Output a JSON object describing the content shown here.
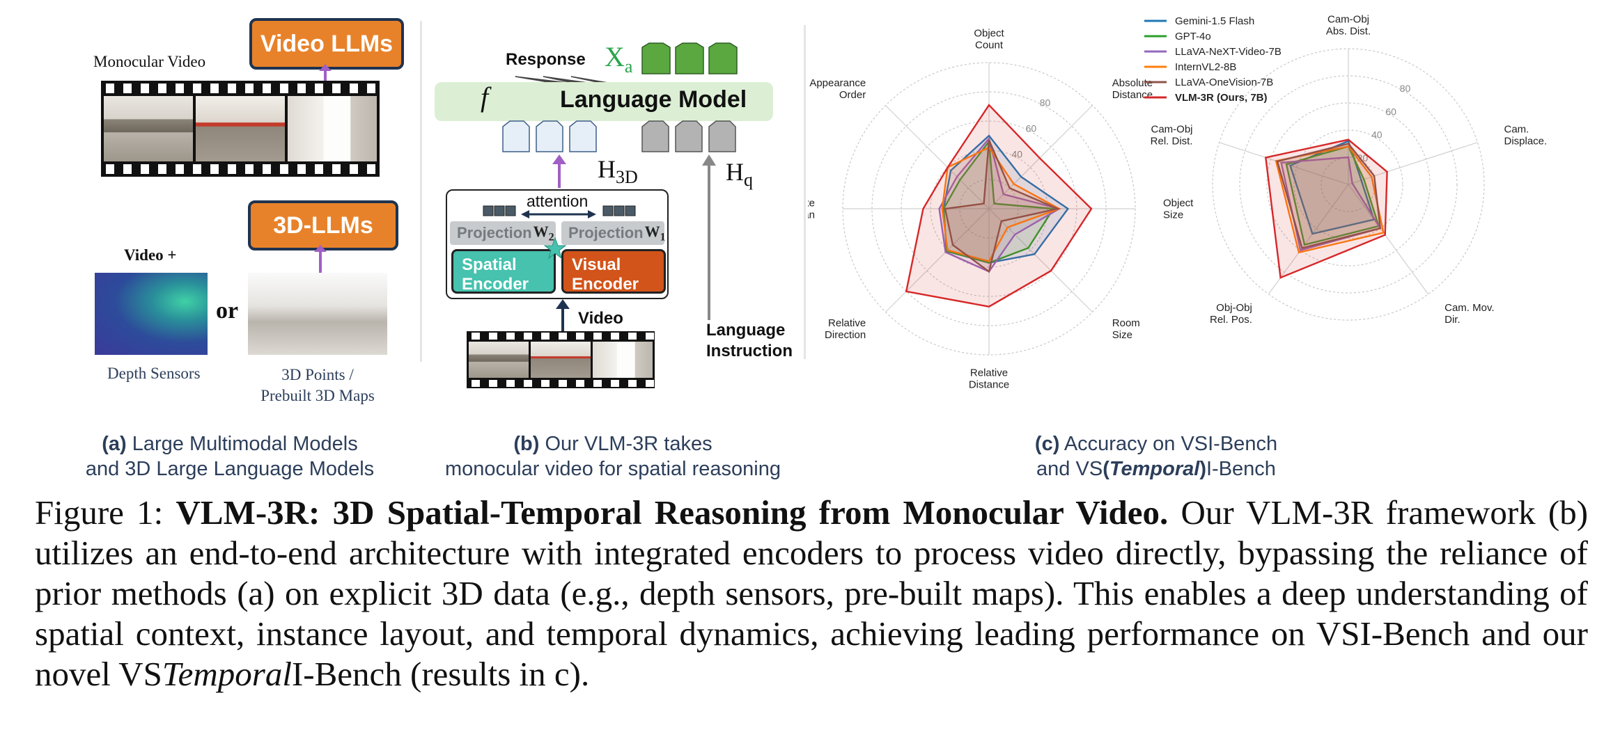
{
  "panel_a": {
    "video_llms": "Video LLMs",
    "monocular_video": "Monocular Video",
    "three_d_llms": "3D-LLMs",
    "video_plus": "Video +",
    "or": "or",
    "depth_sensors": "Depth Sensors",
    "points_line1": "3D Points /",
    "points_line2": "Prebuilt 3D Maps",
    "caption_label": "(a)",
    "caption_line1": " Large Multimodal Models",
    "caption_line2": "and 3D Large Language Models"
  },
  "panel_b": {
    "response": "Response",
    "xa": "X",
    "xa_sub": "a",
    "f": "f",
    "language_model": "Language Model",
    "h3d": "H",
    "h3d_sub": "3D",
    "hq": "H",
    "hq_sub": "q",
    "attention": "attention",
    "projection_w2": "Projection",
    "w2": "W",
    "w2_sub": "2",
    "projection_w1": "Projection",
    "w1": "W",
    "w1_sub": "1",
    "spatial_encoder_1": "Spatial",
    "spatial_encoder_2": "Encoder",
    "visual_encoder_1": "Visual",
    "visual_encoder_2": "Encoder",
    "video": "Video",
    "language_instruction_1": "Language",
    "language_instruction_2": "Instruction",
    "caption_label": "(b)",
    "caption_line1": " Our VLM-3R takes",
    "caption_line2": "monocular video for spatial reasoning"
  },
  "panel_c": {
    "caption_label": "(c)",
    "caption_line1": " Accuracy on VSI-Bench",
    "caption_line2a": "and VS",
    "caption_line2b": "(",
    "caption_line2c": "Temporal",
    "caption_line2d": ")",
    "caption_line2e": "I-Bench"
  },
  "chart_data": [
    {
      "type": "radar",
      "axes": [
        [
          "Object",
          "Count"
        ],
        [
          "Absolute",
          "Distance"
        ],
        [
          "Object",
          "Size"
        ],
        [
          "Room",
          "Size"
        ],
        [
          "Relative",
          "Distance"
        ],
        [
          "Relative",
          "Direction"
        ],
        [
          "Route",
          "Plan"
        ],
        [
          "Appearance",
          "Order"
        ]
      ],
      "rlim": [
        0,
        100
      ],
      "r_ticks": [
        20,
        40,
        60,
        80
      ],
      "r_tick_labels": [
        "",
        "40",
        "60",
        "80"
      ],
      "series": [
        {
          "name": "Gemini-1.5 Flash",
          "color": "#1f77b4",
          "values": [
            50,
            31,
            54,
            44,
            37,
            41,
            31,
            37
          ]
        },
        {
          "name": "GPT-4o",
          "color": "#2ca02c",
          "values": [
            46,
            5,
            44,
            38,
            37,
            41,
            31,
            28
          ]
        },
        {
          "name": "LLaVA-NeXT-Video-7B",
          "color": "#9467bd",
          "values": [
            48,
            14,
            48,
            25,
            43,
            42,
            34,
            31
          ]
        },
        {
          "name": "InternVL2-8B",
          "color": "#ff7f0e",
          "values": [
            42,
            24,
            48,
            18,
            36,
            40,
            32,
            40
          ]
        },
        {
          "name": "LLaVA-OneVision-7B",
          "color": "#8c564b",
          "values": [
            47,
            20,
            47,
            12,
            43,
            35,
            30,
            5
          ]
        },
        {
          "name": "VLM-3R (Ours, 7B)",
          "color": "#d62728",
          "values": [
            71,
            49,
            70,
            60,
            67,
            80,
            45,
            40
          ]
        }
      ]
    },
    {
      "type": "radar",
      "axes": [
        [
          "Cam-Obj",
          "Abs. Dist."
        ],
        [
          "Cam.",
          "Displace."
        ],
        [
          "Cam. Mov.",
          "Dir."
        ],
        [
          "Obj-Obj",
          "Rel. Pos."
        ],
        [
          "Cam-Obj",
          "Rel. Dist."
        ]
      ],
      "rlim": [
        0,
        100
      ],
      "r_ticks": [
        20,
        40,
        60,
        80
      ],
      "r_tick_labels": [
        "20",
        "40",
        "60",
        "80"
      ],
      "series": [
        {
          "name": "Gemini-1.5 Flash",
          "color": "#1f77b4",
          "values": [
            32,
            10,
            32,
            45,
            45
          ]
        },
        {
          "name": "GPT-4o",
          "color": "#2ca02c",
          "values": [
            28,
            12,
            38,
            55,
            48
          ]
        },
        {
          "name": "LLaVA-NeXT-Video-7B",
          "color": "#9467bd",
          "values": [
            20,
            3,
            40,
            60,
            52
          ]
        },
        {
          "name": "InternVL2-8B",
          "color": "#ff7f0e",
          "values": [
            28,
            18,
            44,
            62,
            56
          ]
        },
        {
          "name": "LLaVA-OneVision-7B",
          "color": "#8c564b",
          "values": [
            30,
            20,
            40,
            58,
            55
          ]
        },
        {
          "name": "VLM-3R (Ours, 7B)",
          "color": "#d62728",
          "values": [
            33,
            30,
            46,
            85,
            64
          ]
        }
      ]
    }
  ],
  "caption": {
    "prefix": "Figure 1: ",
    "bold": "VLM-3R: 3D Spatial-Temporal Reasoning from Monocular Video.",
    "text1": " Our VLM-3R framework (b) utilizes an end-to-end architecture with integrated encoders to process video directly, bypassing the reliance of prior methods (a) on explicit 3D data (e.g., depth sensors, pre-built maps). This enables a deep understanding of spatial context, instance layout, and temporal dynamics, achieving leading performance on VSI-Bench and our novel VS",
    "italic": "Temporal",
    "text2": "I-Bench (results in c)."
  }
}
